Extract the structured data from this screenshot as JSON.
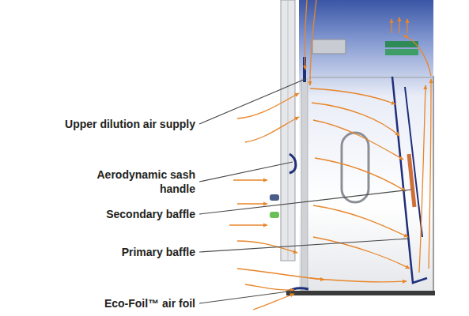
{
  "diagram": {
    "labels": [
      "Upper dilution air supply",
      "Aerodynamic sash handle",
      "Secondary baffle",
      "Primary baffle",
      "Eco-Foil™ air foil"
    ]
  }
}
